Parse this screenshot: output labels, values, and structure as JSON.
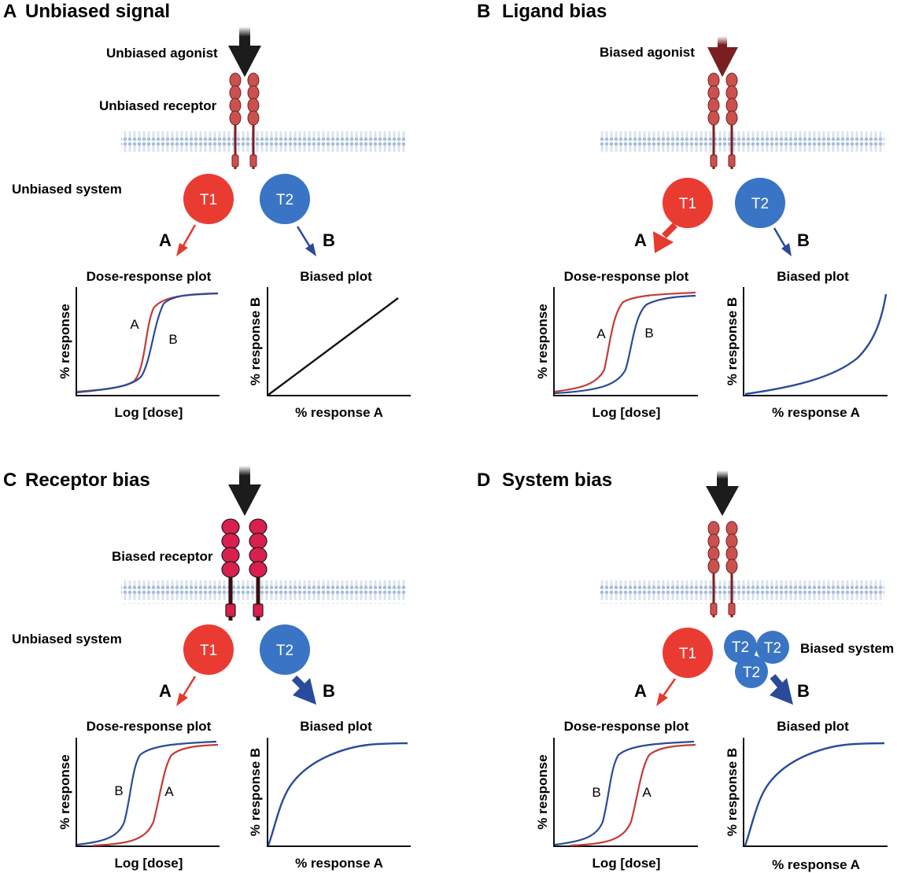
{
  "colors": {
    "red": "#d13f35",
    "blue": "#2f5ea7",
    "dark_red": "#7a1e22",
    "black_arrow": "#1c1c1c",
    "receptor_fill": "#c9524f",
    "biased_receptor_fill": "#d91f4e",
    "t1_fill": "#ea3b32",
    "t2_fill": "#3a74c4",
    "membrane": "#a8bfd8"
  },
  "panels": [
    {
      "letter": "A",
      "title": "Unbiased signal",
      "agonist_label": "Unbiased agonist",
      "receptor_label": "Unbiased receptor",
      "system_label": "Unbiased system",
      "t1": "T1",
      "t2": "T2",
      "path_a": "A",
      "path_b": "B",
      "dose_title": "Dose-response plot",
      "dose_ylabel": "% response",
      "dose_xlabel": "Log [dose]",
      "dose_curve_1": "A",
      "dose_curve_2": "B",
      "bias_title": "Biased plot",
      "bias_ylabel": "% response B",
      "bias_xlabel": "% response A"
    },
    {
      "letter": "B",
      "title": "Ligand bias",
      "agonist_label": "Biased agonist",
      "t1": "T1",
      "t2": "T2",
      "path_a": "A",
      "path_b": "B",
      "dose_title": "Dose-response plot",
      "dose_ylabel": "% response",
      "dose_xlabel": "Log [dose]",
      "dose_curve_1": "A",
      "dose_curve_2": "B",
      "bias_title": "Biased plot",
      "bias_ylabel": "% response B",
      "bias_xlabel": "% response A"
    },
    {
      "letter": "C",
      "title": "Receptor bias",
      "receptor_label": "Biased receptor",
      "system_label": "Unbiased system",
      "t1": "T1",
      "t2": "T2",
      "path_a": "A",
      "path_b": "B",
      "dose_title": "Dose-response plot",
      "dose_ylabel": "% response",
      "dose_xlabel": "Log [dose]",
      "dose_curve_1": "B",
      "dose_curve_2": "A",
      "bias_title": "Biased plot",
      "bias_ylabel": "% response B",
      "bias_xlabel": "% response A"
    },
    {
      "letter": "D",
      "title": "System bias",
      "system_label": "Biased system",
      "t1": "T1",
      "t2": "T2",
      "path_a": "A",
      "path_b": "B",
      "dose_title": "Dose-response plot",
      "dose_ylabel": "% response",
      "dose_xlabel": "Log [dose]",
      "dose_curve_1": "B",
      "dose_curve_2": "A",
      "bias_title": "Biased plot",
      "bias_ylabel": "% response B",
      "bias_xlabel": "% response A"
    }
  ]
}
